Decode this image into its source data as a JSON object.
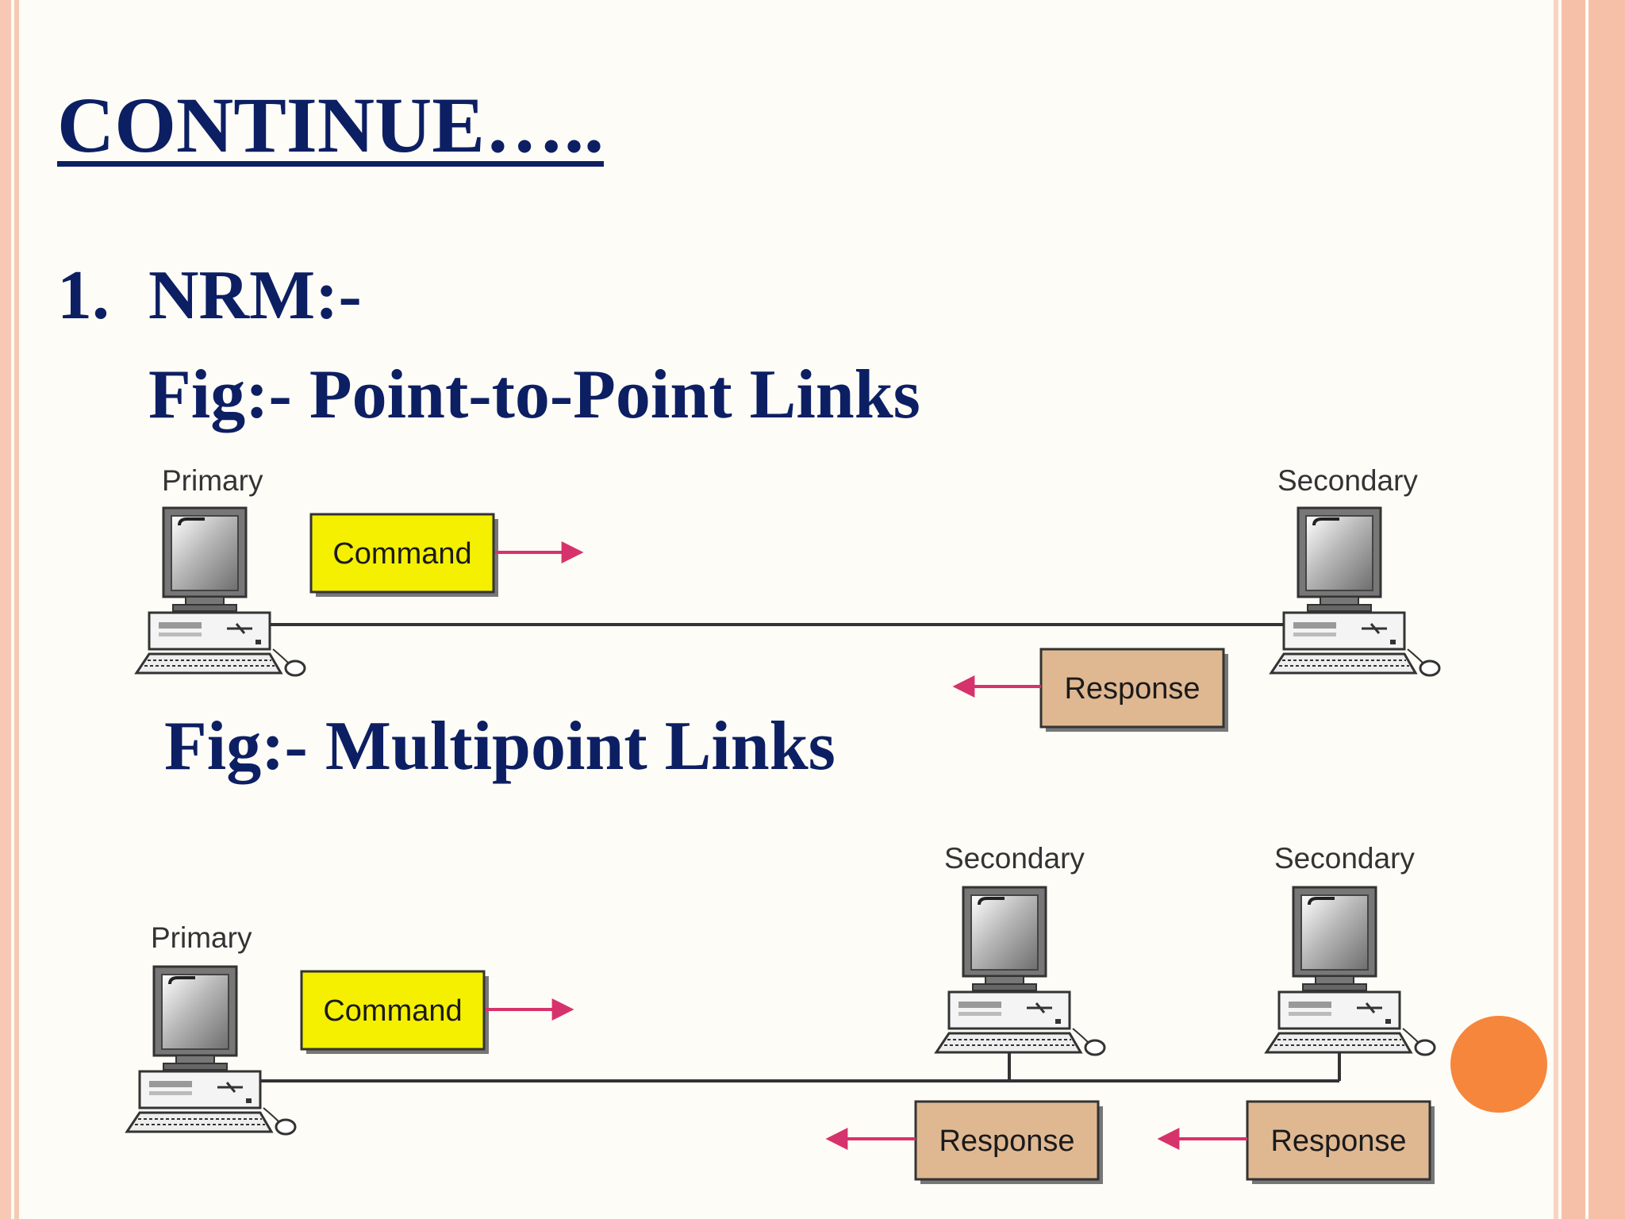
{
  "slide": {
    "title": "CONTINUE…..",
    "item_number": "1.",
    "item_label": "NRM:-",
    "colors": {
      "heading": "#0d1f63",
      "border": "#f6c0a8",
      "accent_dot": "#f6863c",
      "command_box": "#f5f000",
      "response_box": "#dfb892",
      "arrow": "#d6336c"
    }
  },
  "figure1": {
    "caption": "Fig:-  Point-to-Point Links",
    "primary_label": "Primary",
    "secondary_label": "Secondary",
    "command_label": "Command",
    "response_label": "Response"
  },
  "figure2": {
    "caption": "Fig:- Multipoint Links",
    "primary_label": "Primary",
    "secondary1_label": "Secondary",
    "secondary2_label": "Secondary",
    "command_label": "Command",
    "response1_label": "Response",
    "response2_label": "Response"
  }
}
